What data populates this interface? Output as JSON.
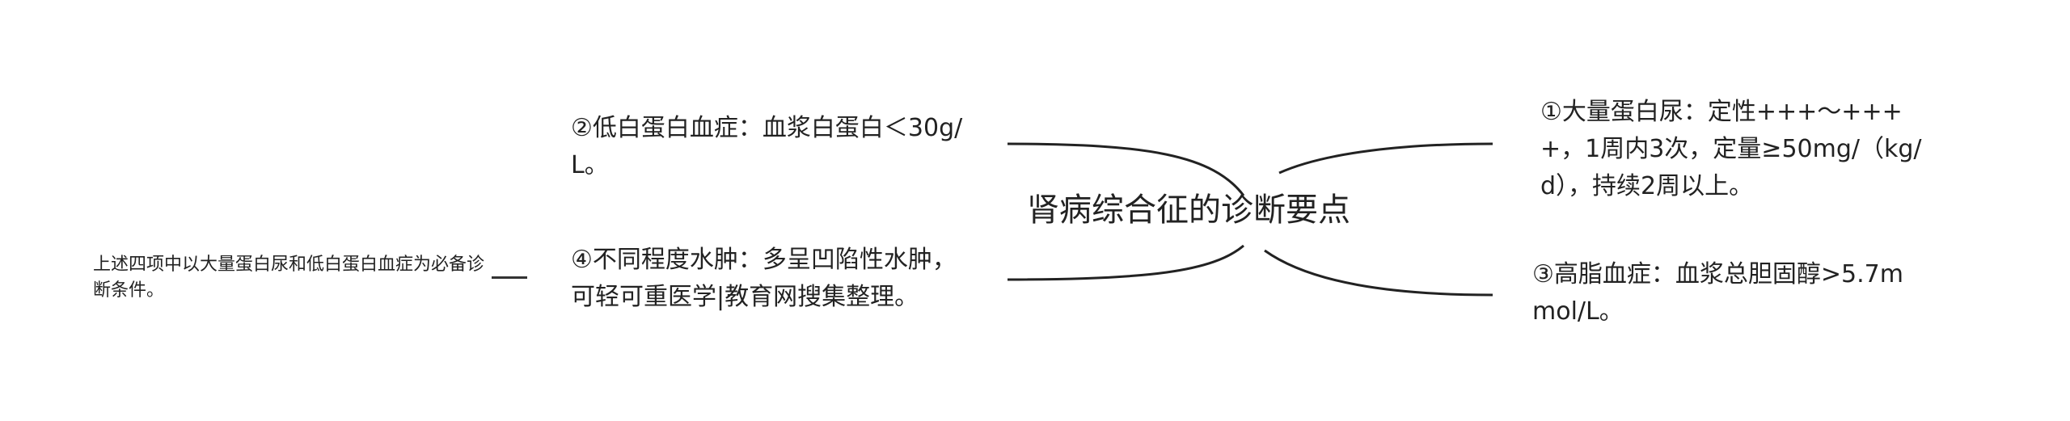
{
  "diagram": {
    "central_topic": "肾病综合征的诊断要点",
    "branches": {
      "top_left": "②低白蛋白血症：血浆白蛋白＜30g/L。",
      "bottom_left": "④不同程度水肿：多呈凹陷性水肿，可轻可重医学|教育网搜集整理。",
      "top_right": "①大量蛋白尿：定性+++～++++，1周内3次，定量≥50mg/（kg/d），持续2周以上。",
      "bottom_right": "③高脂血症：血浆总胆固醇>5.7mmol/L。"
    },
    "note": "上述四项中以大量蛋白尿和低白蛋白血症为必备诊断条件。"
  }
}
